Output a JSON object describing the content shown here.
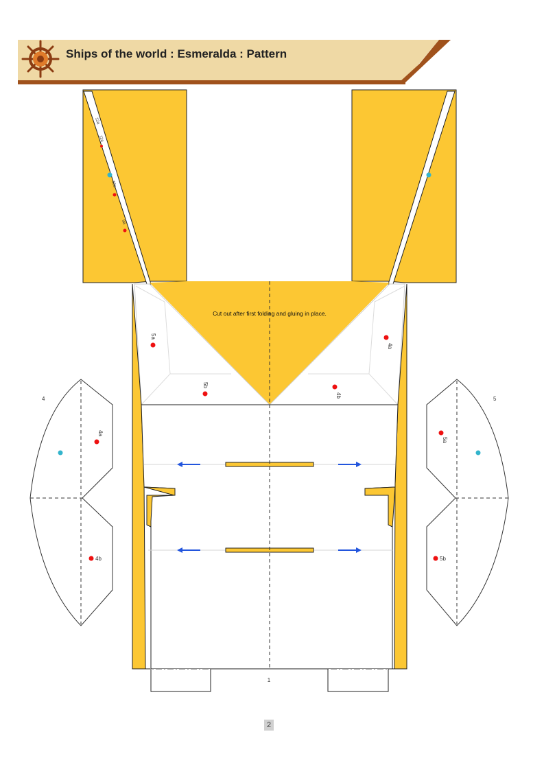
{
  "header": {
    "title": "Ships of the world : Esmeralda : Pattern",
    "band_color": "#efd9a5",
    "border_color": "#a0521c",
    "logo_icon": "ship-wheel-icon"
  },
  "colors": {
    "fill": "#fcc733",
    "glue_dot": "#ee1111",
    "align_dot": "#33b4cc",
    "arrow": "#2255dd"
  },
  "pattern": {
    "instruction": "Cut out after first folding and gluing in place.",
    "center_part_number": "1",
    "left_part_number": "4",
    "right_part_number": "5",
    "labels": {
      "l_strip_1": "12a",
      "l_strip_2": "11a",
      "l_strip_3": "10a",
      "l_strip_4": "9a",
      "l_5a": "5a",
      "l_5b": "5b",
      "r_4a": "4a",
      "r_4b": "4b",
      "p4_4a": "4a",
      "p4_4b": "4b",
      "p5_5a": "5a",
      "p5_5b": "5b"
    }
  },
  "footer": {
    "page_number": "2"
  }
}
